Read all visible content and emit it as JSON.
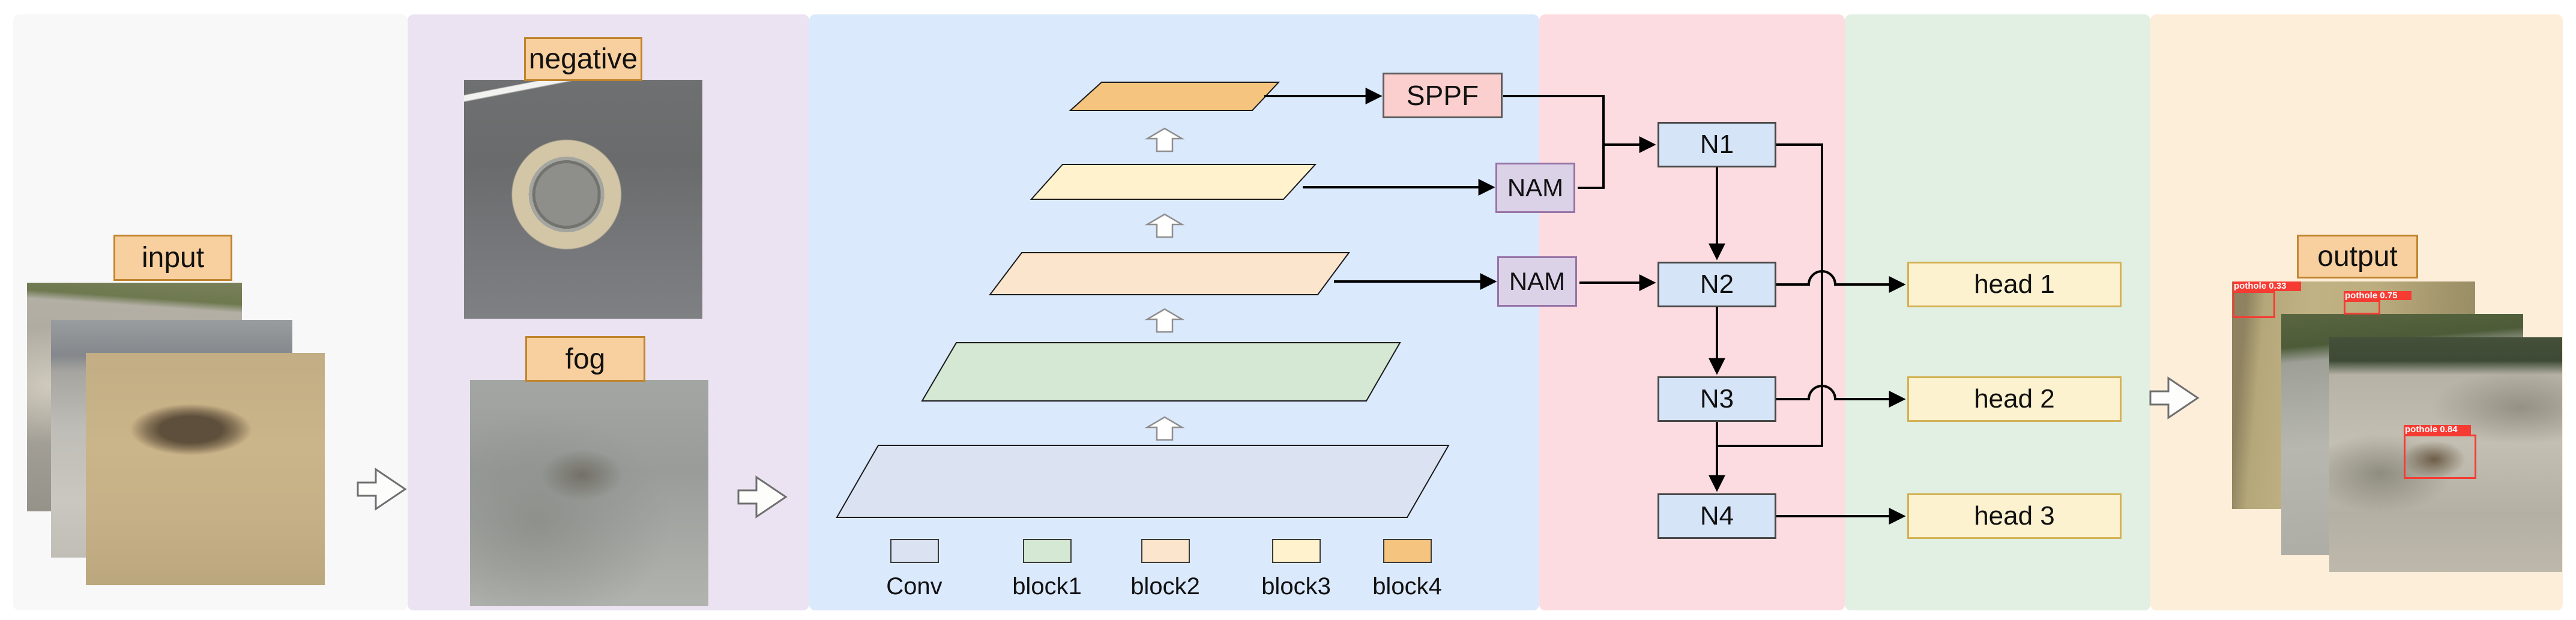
{
  "labels": {
    "input": "input",
    "negative": "negative",
    "fog": "fog",
    "output": "output"
  },
  "backbone": {
    "sppf": "SPPF",
    "nam_top": "NAM",
    "nam_mid": "NAM",
    "legend": [
      {
        "label": "Conv",
        "color": "#dbe3f3"
      },
      {
        "label": "block1",
        "color": "#d5e8d4"
      },
      {
        "label": "block2",
        "color": "#fce5cd"
      },
      {
        "label": "block3",
        "color": "#fff2cc"
      },
      {
        "label": "block4",
        "color": "#f5c57f"
      }
    ]
  },
  "neck": {
    "nodes": [
      {
        "label": "N1"
      },
      {
        "label": "N2"
      },
      {
        "label": "N3"
      },
      {
        "label": "N4"
      }
    ]
  },
  "heads": [
    {
      "label": "head 1"
    },
    {
      "label": "head 2"
    },
    {
      "label": "head 3"
    }
  ],
  "detections": [
    {
      "label": "pothole 0.33",
      "confidence": "0.33"
    },
    {
      "label": "pothole 0.75",
      "confidence": "0.75"
    },
    {
      "label": "pothole 0.84",
      "confidence": "0.84"
    }
  ],
  "colors": {
    "section_input": "#f8f8f9",
    "section_augmentation": "#ebe3f1",
    "section_backbone": "#dbe9fc",
    "section_neck": "#fcdce0",
    "section_heads": "#e2efe3",
    "section_output": "#fdeeda",
    "label_tag_fill": "#f8cf9e",
    "label_tag_border": "#c0842c",
    "sppf_fill": "#fbcfce",
    "nam_fill": "#dcd2e8",
    "nam_border": "#9673a6",
    "neck_node_fill": "#d6e4f8",
    "head_fill": "#fdf2cf",
    "head_border": "#d2b254",
    "detection_red": "#f63b33"
  }
}
